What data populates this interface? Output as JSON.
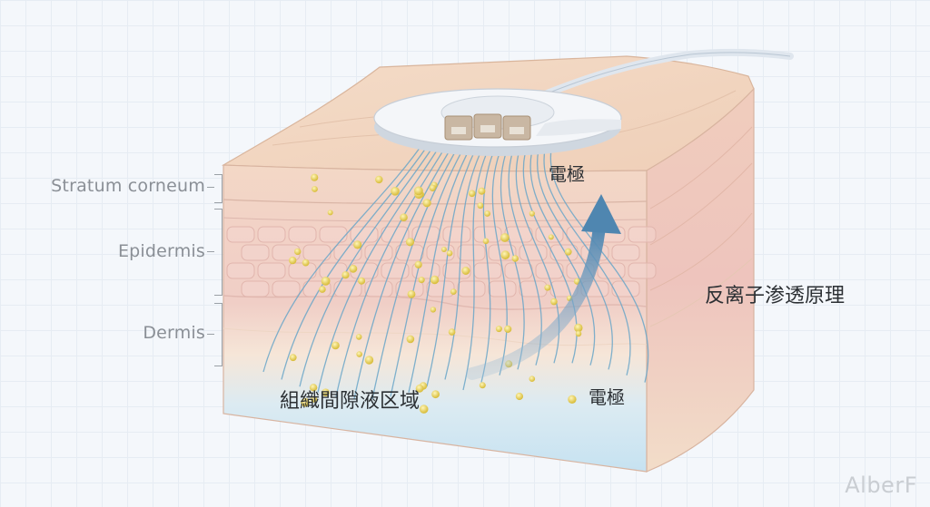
{
  "layers": {
    "stratum_corneum": "Stratum corneum",
    "epidermis": "Epidermis",
    "dermis": "Dermis"
  },
  "annotations": {
    "electrode_top": "電極",
    "electrode_bottom": "電極",
    "principle": "反离子渗透原理",
    "interstitial": "組織間隙液区域"
  },
  "watermark": "AlberF",
  "colors": {
    "skin_top": "#f2d9c4",
    "epidermis": "#f1cfc7",
    "dermis": "#f5e6d6",
    "interstitial": "#cfe6f2",
    "fiber": "#6aa6c8",
    "particle": "#e6cf58",
    "arrow": "#5f8fb4"
  }
}
